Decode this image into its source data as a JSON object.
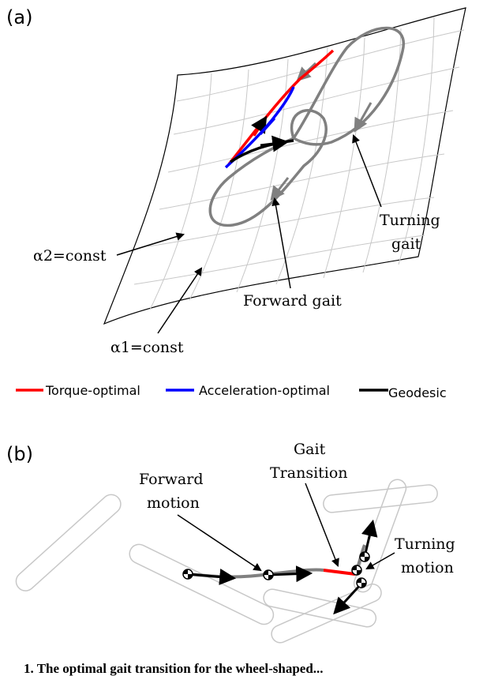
{
  "panel_a": {
    "label": "(a)",
    "annotations": {
      "alpha2": "α2=const",
      "alpha1": "α1=const",
      "forward_gait": "Forward gait",
      "turning_gait_line1": "Turning",
      "turning_gait_line2": "gait"
    }
  },
  "legend": {
    "items": [
      {
        "label": "Torque-optimal",
        "color": "#ff0000"
      },
      {
        "label": "Acceleration-optimal",
        "color": "#0000ff"
      },
      {
        "label": "Geodesic",
        "color": "#000000"
      }
    ]
  },
  "panel_b": {
    "label": "(b)",
    "annotations": {
      "forward_motion_line1": "Forward",
      "forward_motion_line2": "motion",
      "gait_transition_line1": "Gait",
      "gait_transition_line2": "Transition",
      "turning_motion_line1": "Turning",
      "turning_motion_line2": "motion"
    }
  },
  "caption": "1.   The optimal gait transition for the wheel-shaped...",
  "colors": {
    "torque": "#ff0000",
    "acceleration": "#0000ff",
    "geodesic": "#000000",
    "gait": "#808080",
    "grid": "#c8c8c8"
  }
}
